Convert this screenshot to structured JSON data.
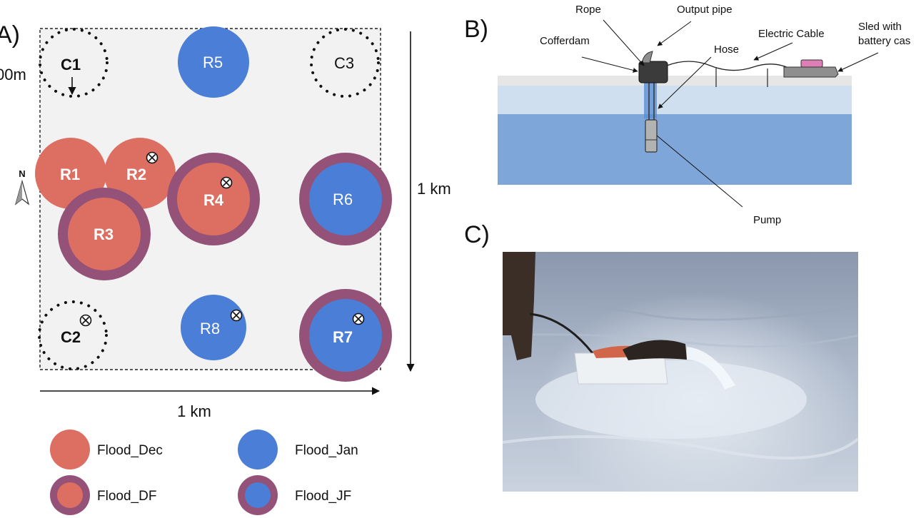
{
  "panel_a": {
    "label": "A)",
    "scale_partial": "00m",
    "north_label": "N",
    "x_extent_label": "1 km",
    "y_extent_label": "1 km",
    "controls": {
      "c1": "C1",
      "c2": "C2",
      "c3": "C3"
    },
    "sites": {
      "r1": "R1",
      "r2": "R2",
      "r3": "R3",
      "r4": "R4",
      "r5": "R5",
      "r6": "R6",
      "r7": "R7",
      "r8": "R8"
    },
    "legend": {
      "flood_dec": "Flood_Dec",
      "flood_jan": "Flood_Jan",
      "flood_df": "Flood_DF",
      "flood_jf": "Flood_JF"
    },
    "colors": {
      "dec": "#dd6f62",
      "jan": "#4b7ed6",
      "ring": "#955278",
      "field": "#f2f2f2"
    }
  },
  "panel_b": {
    "label": "B)",
    "callouts": {
      "rope": "Rope",
      "output_pipe": "Output pipe",
      "cofferdam": "Cofferdam",
      "hose": "Hose",
      "electric_cable": "Electric Cable",
      "sled_line1": "Sled with",
      "sled_line2": "battery cas",
      "pump": "Pump"
    },
    "colors": {
      "snow": "#e6e6e6",
      "ice": "#cfdff0",
      "water": "#7ea6d9",
      "battery": "#dd7fb4"
    }
  },
  "panel_c": {
    "label": "C)"
  }
}
